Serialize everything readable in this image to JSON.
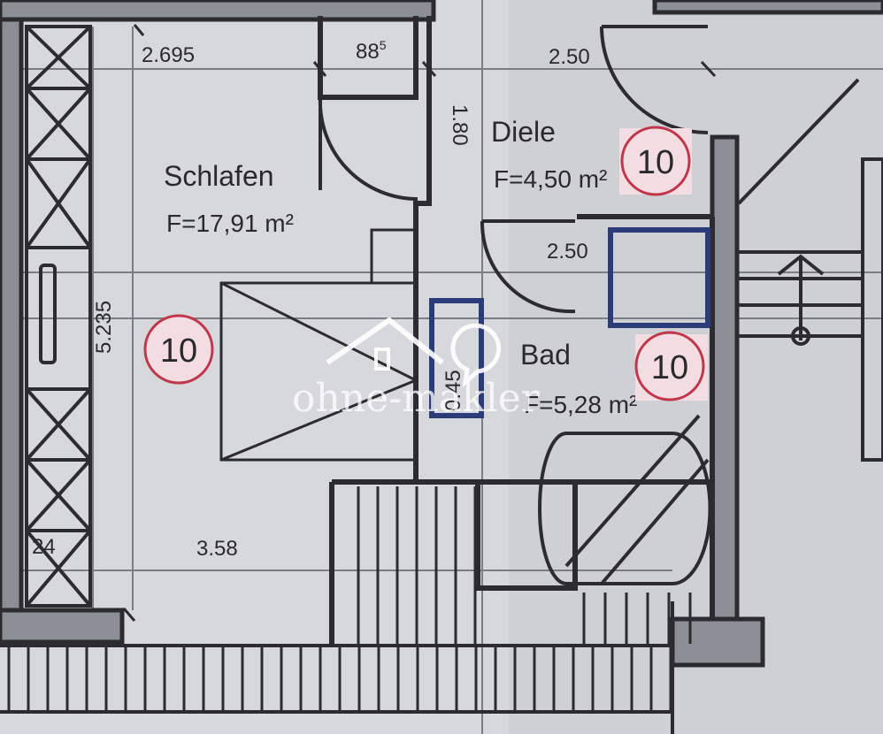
{
  "rooms": [
    {
      "name": "Schlafen",
      "area": "F=17,91 m²",
      "badge": "10"
    },
    {
      "name": "Diele",
      "area": "F=4,50 m²",
      "badge": "10"
    },
    {
      "name": "Bad",
      "area": "F=5,28 m²",
      "badge": "10"
    }
  ],
  "dimensions": {
    "d1": "2.695",
    "d2": "88",
    "d2_sup": "5",
    "d3": "2.50",
    "d4": "1.80",
    "d5": "2.50",
    "d6": "5.235",
    "d7": "3.58",
    "d8": "0.45",
    "d9": "24"
  },
  "watermark": "ohne-makler",
  "colors": {
    "wall": "#2b2b30",
    "wall_fill": "#8d8f96",
    "badge": "#c0364a",
    "badge_fill": "#f3dde2",
    "bad_wall": "#2c3c7a"
  }
}
